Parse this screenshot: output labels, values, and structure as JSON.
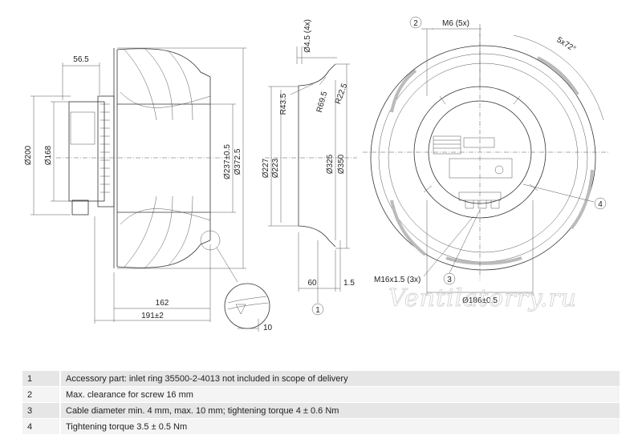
{
  "side_view": {
    "dims": {
      "w565": "56.5",
      "d200": "Ø200",
      "d168": "Ø168",
      "d237": "Ø237±0.5",
      "d3725": "Ø372.5",
      "l162": "162",
      "l191": "191±2",
      "l10": "10"
    }
  },
  "ring_view": {
    "dims": {
      "d45": "Ø4.5 (4x)",
      "r435": "R43.5",
      "r695": "R69.5",
      "r225": "R22.5",
      "d227": "Ø227",
      "d223": "Ø223",
      "d325": "Ø325",
      "d350": "Ø350",
      "l60": "60",
      "l15": "1.5"
    },
    "callout": "1"
  },
  "front_view": {
    "dims": {
      "m6": "M6 (5x)",
      "angle": "5x72°",
      "m16": "M16x1.5 (3x)",
      "d186": "Ø186±0.5"
    },
    "callouts": {
      "c2": "2",
      "c3": "3",
      "c4": "4"
    }
  },
  "watermark": "Ventilatorry.ru",
  "notes": [
    {
      "num": "1",
      "text": "Accessory part: inlet ring 35500-2-4013 not included in scope of delivery"
    },
    {
      "num": "2",
      "text": "Max. clearance for screw 16 mm"
    },
    {
      "num": "3",
      "text": "Cable diameter min. 4 mm, max. 10 mm; tightening torque 4 ± 0.6 Nm"
    },
    {
      "num": "4",
      "text": "Tightening torque 3.5 ± 0.5 Nm"
    }
  ]
}
